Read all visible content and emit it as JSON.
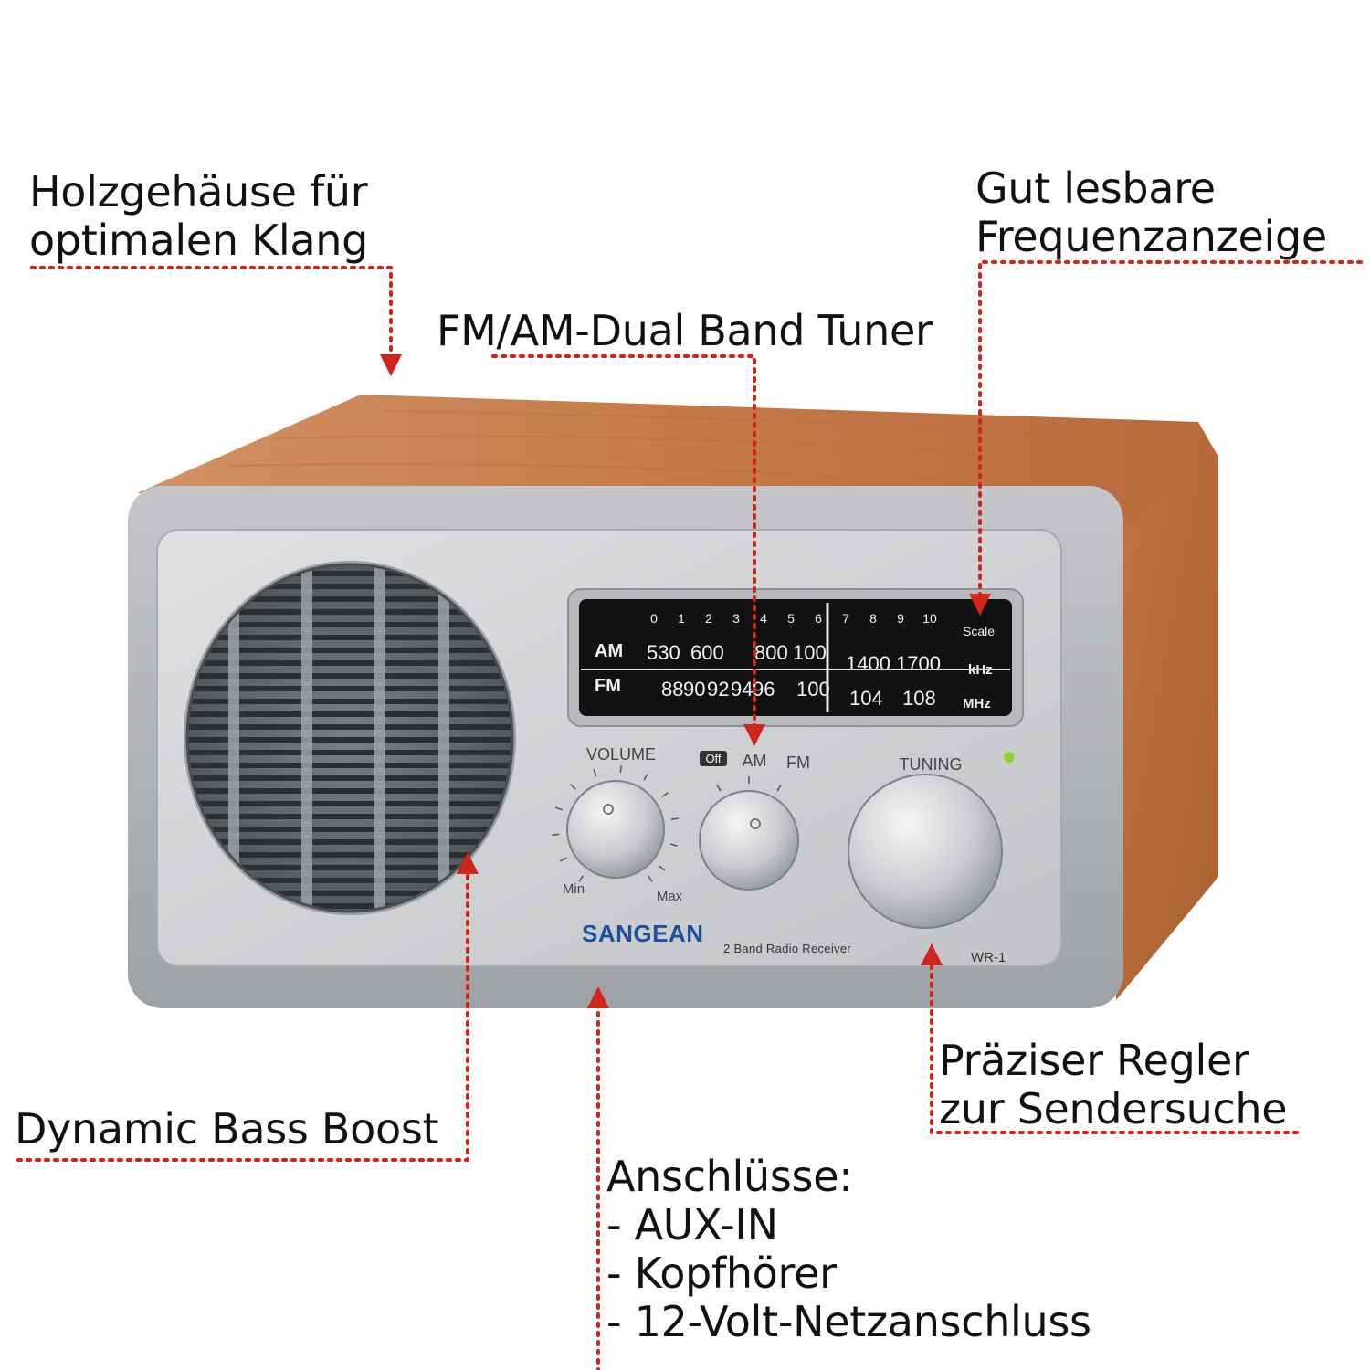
{
  "callouts": {
    "wood_housing": [
      "Holzgehäuse für",
      "optimalen Klang"
    ],
    "frequency_display": [
      "Gut lesbare",
      "Frequenzanzeige"
    ],
    "dual_band_tuner": [
      "FM/AM-Dual Band Tuner"
    ],
    "bass_boost": [
      "Dynamic Bass Boost"
    ],
    "tuning_control": [
      "Präziser Regler",
      "zur Sendersuche"
    ],
    "connections": [
      "Anschlüsse:",
      "- AUX-IN",
      "- Kopfhörer",
      "- 12-Volt-Netzanschluss"
    ]
  },
  "radio": {
    "brand": "SANGEAN",
    "subtitle": "2 Band Radio Receiver",
    "model": "WR-1",
    "dial": {
      "scale_numbers": [
        "0",
        "1",
        "2",
        "3",
        "4",
        "5",
        "6",
        "7",
        "8",
        "9",
        "10"
      ],
      "scale_label": "Scale",
      "am_label": "AM",
      "am_values_left": [
        "530",
        "600",
        "800",
        "100"
      ],
      "am_values_right": [
        "1400",
        "1700"
      ],
      "am_unit": "kHz",
      "fm_label": "FM",
      "fm_values_left": [
        "88",
        "90",
        "92",
        "94",
        "96",
        "100"
      ],
      "fm_values_right": [
        "104",
        "108"
      ],
      "fm_unit": "MHz"
    },
    "controls": {
      "volume_label": "VOLUME",
      "volume_min": "Min",
      "volume_max": "Max",
      "band_off": "Off",
      "band_am": "AM",
      "band_fm": "FM",
      "tuning_label": "TUNING"
    }
  },
  "colors": {
    "wood": "#c8804f",
    "panel": "#cfd1d4",
    "dial_background": "#111111",
    "brand_blue": "#1f4f9a",
    "pointer_red": "#d0251b",
    "power_led": "#8fd13a"
  }
}
